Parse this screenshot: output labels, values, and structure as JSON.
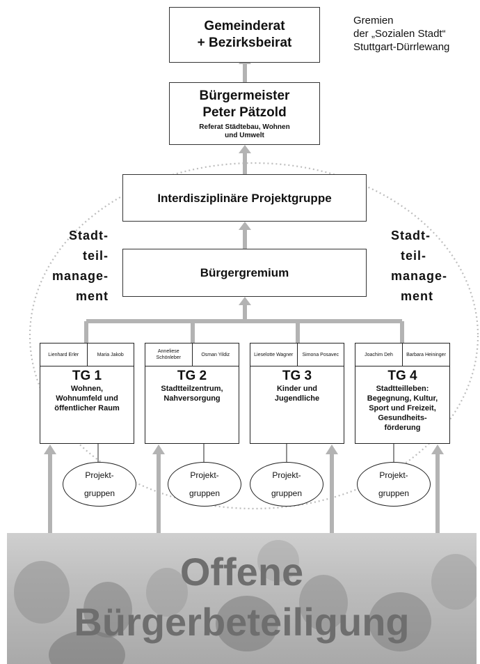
{
  "caption": [
    "Gremien",
    "der „Sozialen Stadt“",
    "Stuttgart-Dürrlewang"
  ],
  "gemeinderat": [
    "Gemeinderat",
    "+ Bezirksbeirat"
  ],
  "buergermeister": {
    "title": [
      "Bürgermeister",
      "Peter Pätzold"
    ],
    "subtitle": [
      "Referat Städtebau, Wohnen",
      "und Umwelt"
    ]
  },
  "projektgruppe": "Interdisziplinäre Projektgruppe",
  "buergergremium": "Bürgergremium",
  "stadtteilmanagement": [
    "Stadt-",
    "teil-",
    "manage-",
    "ment"
  ],
  "tgs": [
    {
      "names": [
        "Lienhard Erler",
        "Maria Jakob"
      ],
      "title": "TG 1",
      "desc": [
        "Wohnen,",
        "Wohnumfeld und",
        "öffentlicher Raum"
      ]
    },
    {
      "names": [
        "Anneliese Schönleber",
        "Osman Yildiz"
      ],
      "title": "TG 2",
      "desc": [
        "Stadtteilzentrum,",
        "Nahversorgung"
      ]
    },
    {
      "names": [
        "Lieselotte Wagner",
        "Simona Posavec"
      ],
      "title": "TG 3",
      "desc": [
        "Kinder und",
        "Jugendliche"
      ]
    },
    {
      "names": [
        "Joachim Deh",
        "Barbara Heininger"
      ],
      "title": "TG 4",
      "desc": [
        "Stadtteilleben:",
        "Begegnung, Kultur,",
        "Sport und Freizeit,",
        "Gesundheits-",
        "förderung"
      ]
    }
  ],
  "projektgruppen": [
    "Projekt-",
    "gruppen"
  ],
  "banner": [
    "Offene",
    "Bürgerbeteiligung"
  ],
  "colors": {
    "arrow": "#b3b3b3",
    "banner_text": "#6e6e6e",
    "dotted_ring": "#bdbdbd"
  }
}
